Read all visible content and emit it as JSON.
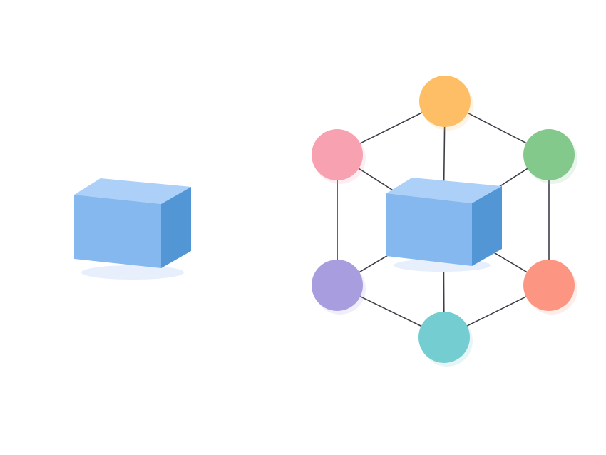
{
  "diagram": {
    "nodes": [
      {
        "id": "top",
        "color": "#FDBE65"
      },
      {
        "id": "upper-left",
        "color": "#F7A1B1"
      },
      {
        "id": "upper-right",
        "color": "#83C98B"
      },
      {
        "id": "lower-left",
        "color": "#A89EDF"
      },
      {
        "id": "lower-right",
        "color": "#FC9682"
      },
      {
        "id": "bottom",
        "color": "#74CDD0"
      }
    ],
    "edges": [
      [
        "top",
        "upper-left"
      ],
      [
        "top",
        "upper-right"
      ],
      [
        "top",
        "center-cube"
      ],
      [
        "upper-left",
        "lower-left"
      ],
      [
        "upper-right",
        "lower-right"
      ],
      [
        "upper-left",
        "center-cube"
      ],
      [
        "upper-right",
        "center-cube"
      ],
      [
        "lower-left",
        "center-cube"
      ],
      [
        "lower-right",
        "center-cube"
      ],
      [
        "bottom",
        "center-cube"
      ],
      [
        "lower-left",
        "bottom"
      ],
      [
        "lower-right",
        "bottom"
      ]
    ],
    "cube_colors": {
      "front": "#85B8EE",
      "top": "#ADD0F8",
      "side": "#5396D6",
      "shadow": "#E6EFFB"
    },
    "edge_color": "#3C3F47"
  }
}
